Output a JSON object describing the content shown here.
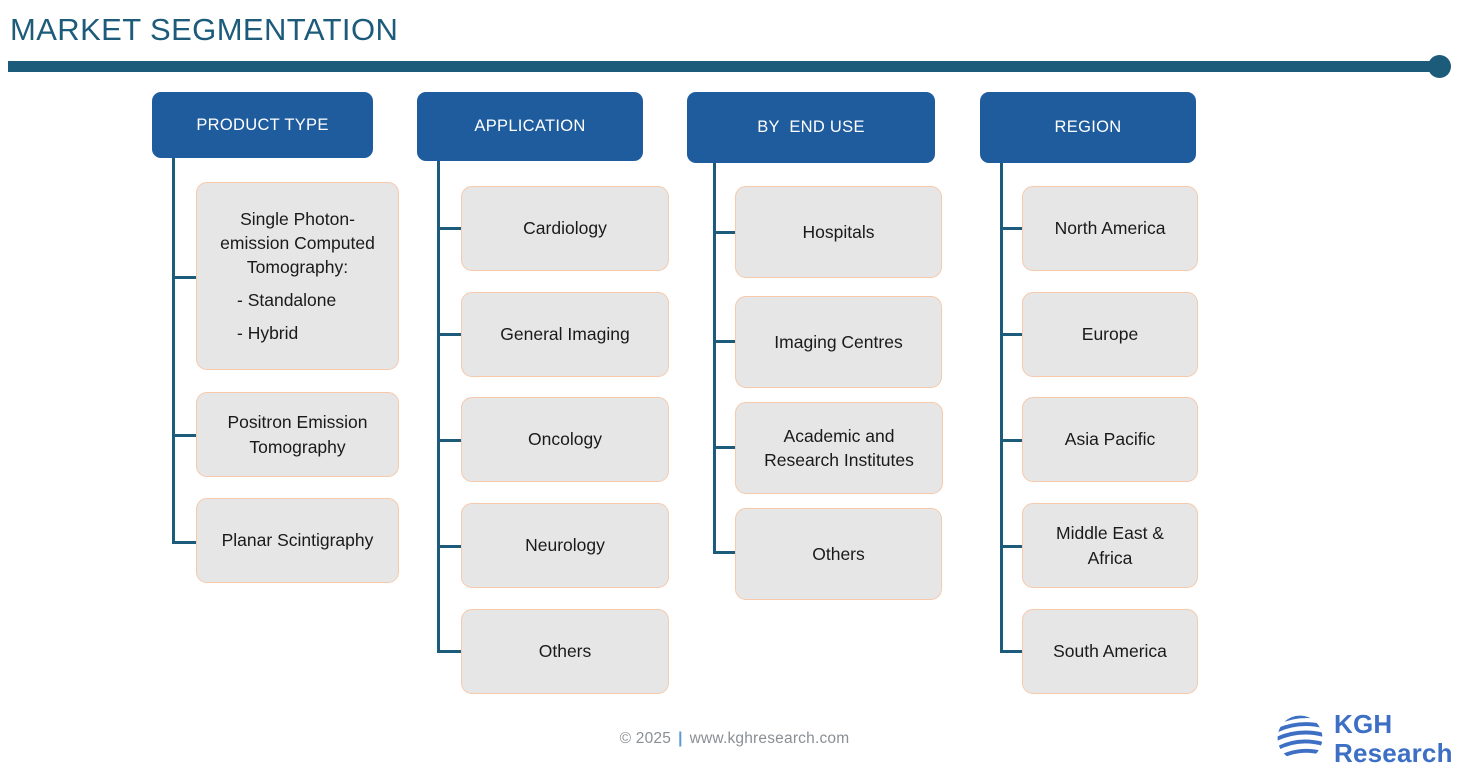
{
  "page": {
    "title": "MARKET SEGMENTATION",
    "accent_color": "#1d5b7b",
    "header_color": "#1f5c9e",
    "box_fill": "#e7e6e6",
    "box_border": "#f6c9ab"
  },
  "columns": [
    {
      "header": "PRODUCT TYPE",
      "items": [
        {
          "label": "Single Photon-\nemission Computed\nTomography:",
          "sublabels": [
            "- Standalone",
            "- Hybrid"
          ]
        },
        {
          "label": "Positron Emission\nTomography"
        },
        {
          "label": "Planar Scintigraphy"
        }
      ]
    },
    {
      "header": "APPLICATION",
      "items": [
        {
          "label": "Cardiology"
        },
        {
          "label": "General Imaging"
        },
        {
          "label": "Oncology"
        },
        {
          "label": "Neurology"
        },
        {
          "label": "Others"
        }
      ]
    },
    {
      "header": "BY  END USE",
      "items": [
        {
          "label": "Hospitals"
        },
        {
          "label": "Imaging Centres"
        },
        {
          "label": "Academic and\nResearch Institutes"
        },
        {
          "label": "Others"
        }
      ]
    },
    {
      "header": "REGION",
      "items": [
        {
          "label": "North America"
        },
        {
          "label": "Europe"
        },
        {
          "label": "Asia Pacific"
        },
        {
          "label": "Middle East &\nAfrica"
        },
        {
          "label": "South America"
        }
      ]
    }
  ],
  "footer": {
    "copyright": "© 2025",
    "separator": "|",
    "website": "www.kghresearch.com"
  },
  "logo": {
    "line1": "KGH",
    "line2": "Research",
    "color": "#3d6fc4"
  }
}
